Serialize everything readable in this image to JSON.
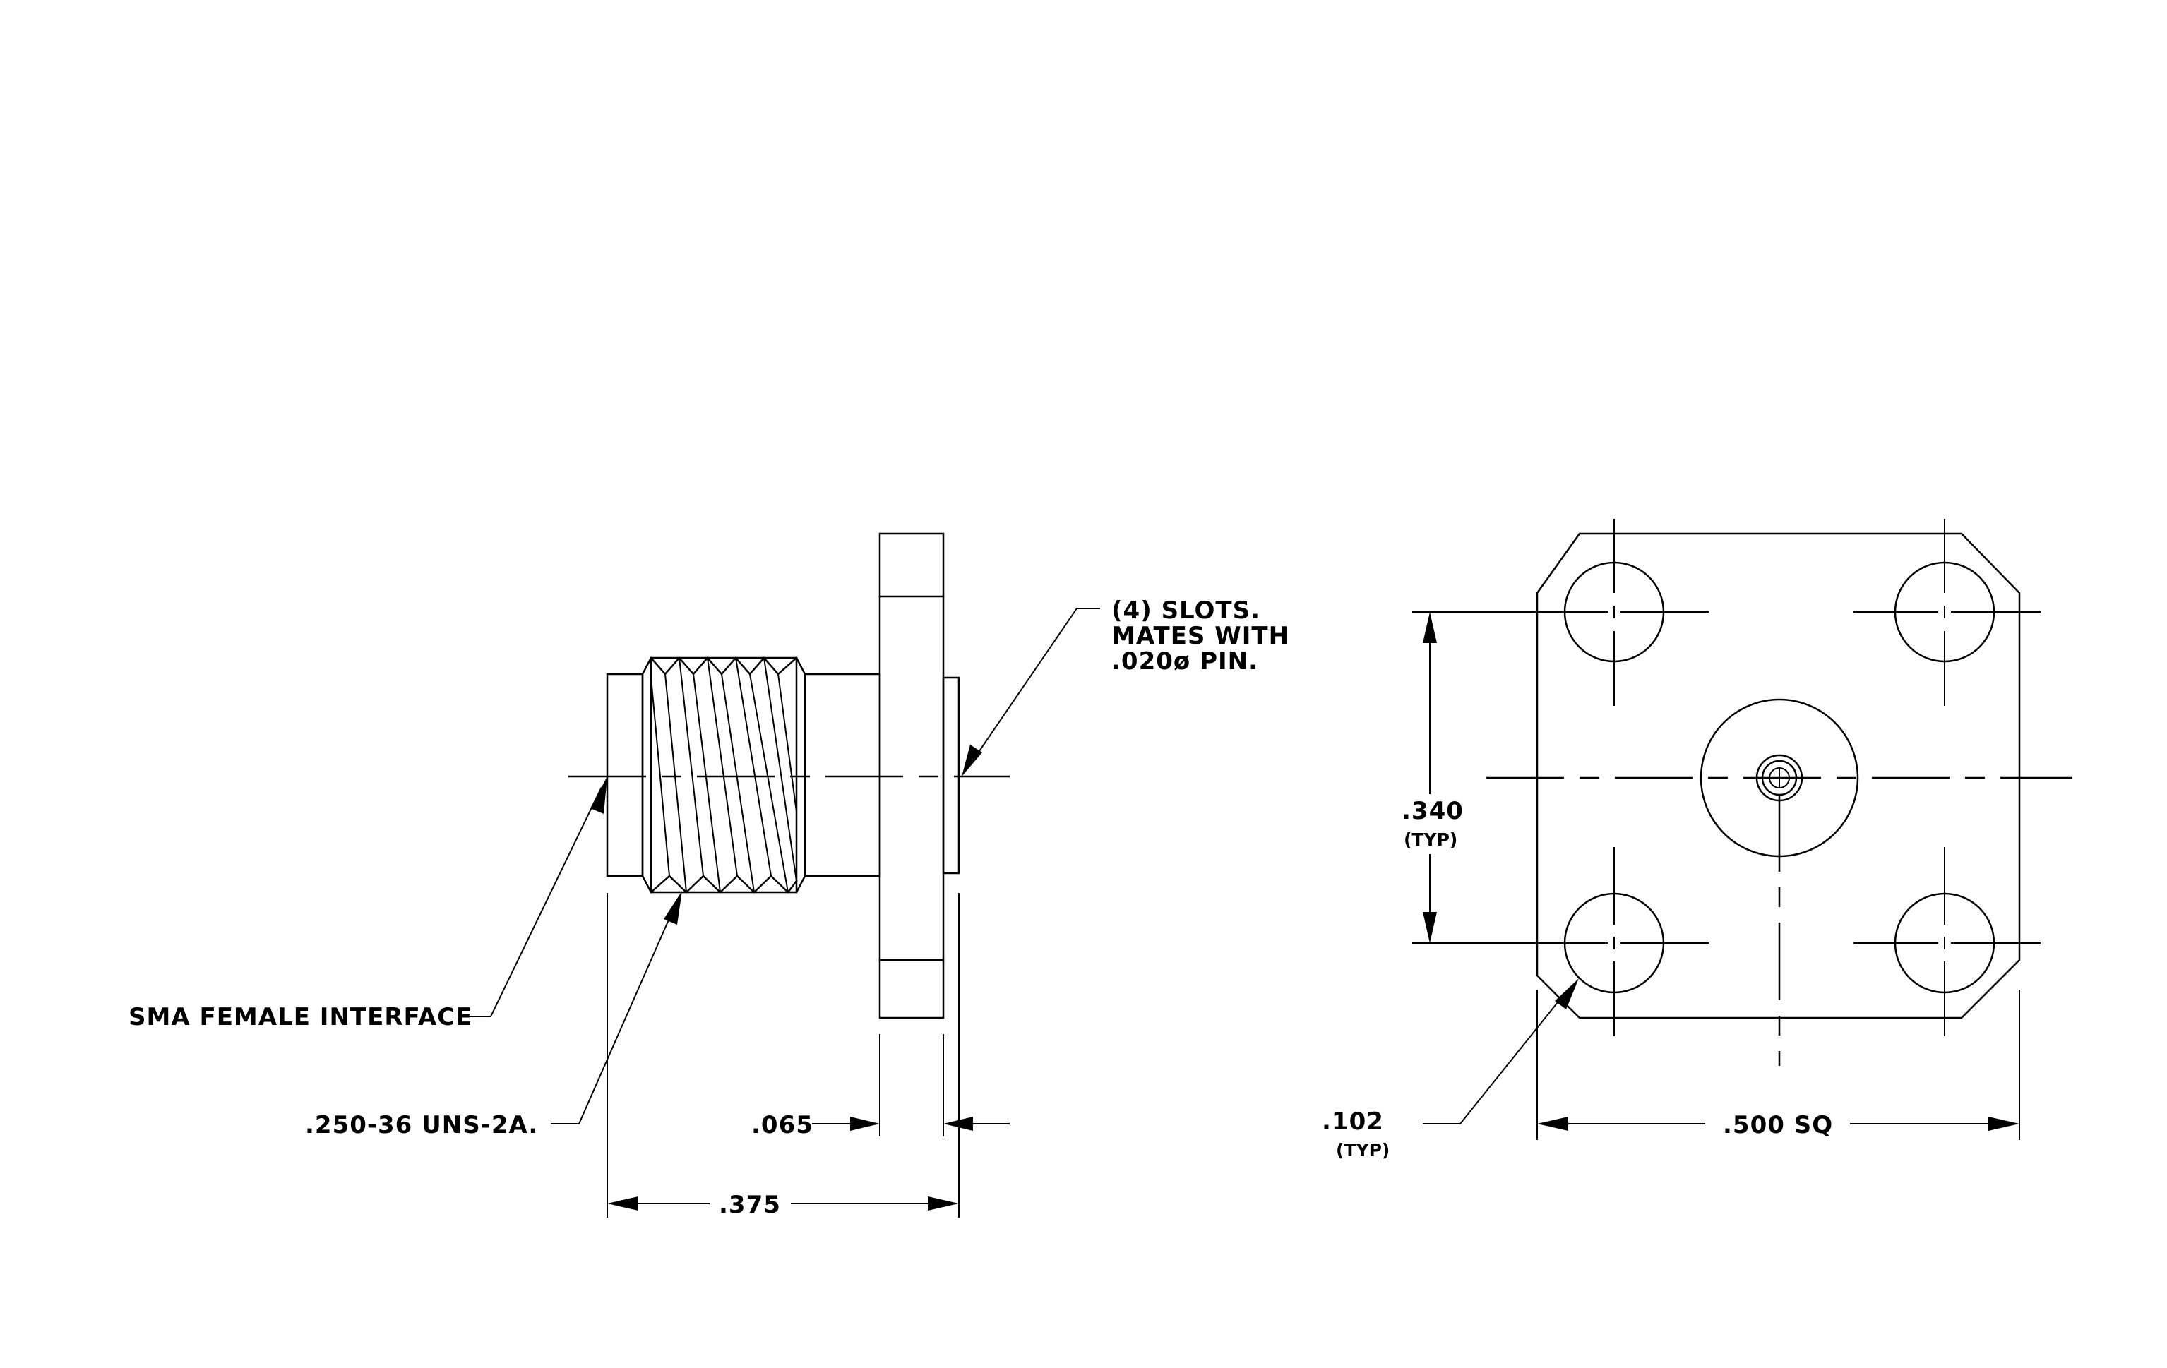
{
  "labels": {
    "slots_1": "(4) SLOTS.",
    "slots_2": "MATES WITH",
    "slots_3": ".020ø PIN.",
    "sma": "SMA FEMALE INTERFACE",
    "thread": ".250-36 UNS-2A.",
    "flange_thk": ".065",
    "length": ".375",
    "hole_spacing": ".340",
    "hole_spacing_typ": "(TYP)",
    "hole_dia": ".102",
    "hole_dia_typ": "(TYP)",
    "square": ".500 SQ"
  }
}
